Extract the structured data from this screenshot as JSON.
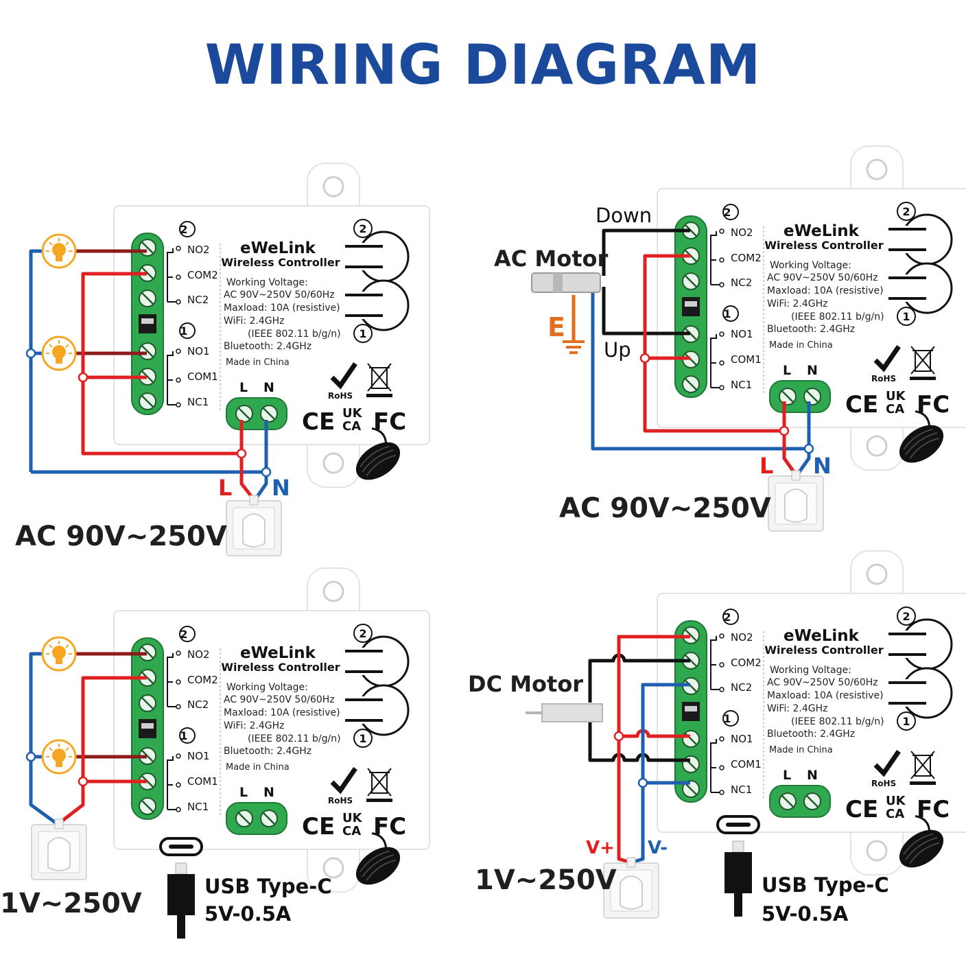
{
  "title": "WIRING DIAGRAM",
  "colors": {
    "title": "#1b4a9c",
    "live_wire": "#e02020",
    "neutral_wire": "#1f5fb0",
    "lamp_wire": "#8b1a1a",
    "motor_wire": "#111111",
    "earth": "#e07020",
    "terminal_block": "#2fa84f",
    "lamp": "#f5a623"
  },
  "device": {
    "brand": "eWeLink",
    "subtitle": "Wireless Controller",
    "spec_voltage_label": "Working Voltage:",
    "spec_voltage": "AC 90V~250V  50/60Hz",
    "spec_maxload": "Maxload: 10A (resistive)",
    "spec_wifi": "WiFi: 2.4GHz",
    "spec_ieee": "(IEEE 802.11 b/g/n)",
    "spec_bt": "Bluetooth: 2.4GHz",
    "made_in": "Made in China",
    "term_no2": "NO2",
    "term_com2": "COM2",
    "term_nc2": "NC2",
    "term_no1": "NO1",
    "term_com1": "COM1",
    "term_nc1": "NC1",
    "relay2": "2",
    "relay1": "1",
    "input_l": "L",
    "input_n": "N",
    "cert_ce": "CE",
    "cert_ukca_top": "UK",
    "cert_ukca_bottom": "CA",
    "cert_fc": "FC",
    "cert_rohs": "RoHS"
  },
  "diagrams": {
    "d1": {
      "supply": "AC 90V~250V",
      "L": "L",
      "N": "N",
      "load": "lamps"
    },
    "d2": {
      "supply": "AC 90V~250V",
      "motor": "AC Motor",
      "down": "Down",
      "up": "Up",
      "earth": "E",
      "L": "L",
      "N": "N"
    },
    "d3": {
      "supply": "1V~250V",
      "usb_line1": "USB Type-C",
      "usb_line2": "5V-0.5A",
      "load": "lamps"
    },
    "d4": {
      "supply": "1V~250V",
      "motor": "DC Motor",
      "vplus": "V+",
      "vminus": "V-",
      "usb_line1": "USB Type-C",
      "usb_line2": "5V-0.5A"
    }
  }
}
